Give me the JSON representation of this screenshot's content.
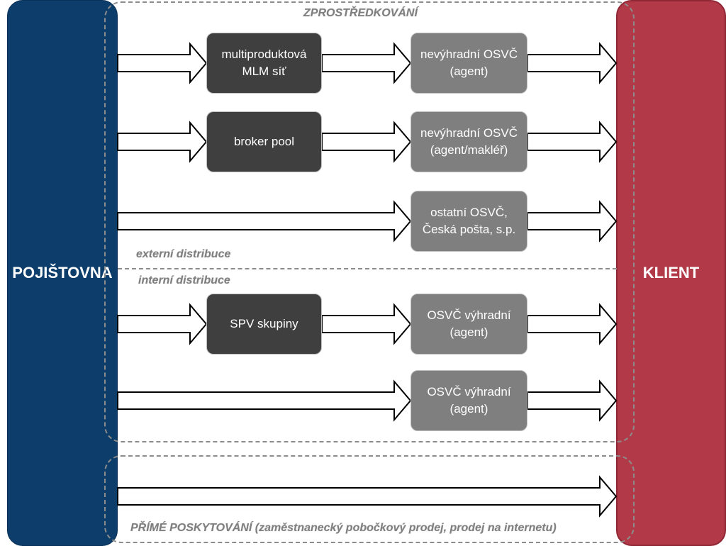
{
  "pillars": {
    "left": "POJIŠTOVNA",
    "right": "KLIENT"
  },
  "zones": {
    "top_label": "ZPROSTŘEDKOVÁNÍ",
    "external_label": "externí distribuce",
    "internal_label": "interní distribuce",
    "direct_label": "PŘÍMÉ POSKYTOVÁNÍ (zaměstnanecký pobočkový prodej, prodej na internetu)"
  },
  "nodes": {
    "mlm": "multiproduktová\nMLM síť",
    "broker_pool": "broker pool",
    "spv": "SPV skupiny",
    "agent1": "nevýhradní  OSVČ\n(agent)",
    "agent2": "nevýhradní  OSVČ\n(agent/makléř)",
    "other": "ostatní OSVČ,\nČeská pošta, s.p.",
    "excl1": "OSVČ  výhradní\n(agent)",
    "excl2": "OSVČ výhradní\n(agent)"
  },
  "colors": {
    "insurer": "#0d3d6b",
    "client": "#b23a48",
    "intermediary_node": "#3f3f3f",
    "agent_node": "#7f7f7f"
  }
}
